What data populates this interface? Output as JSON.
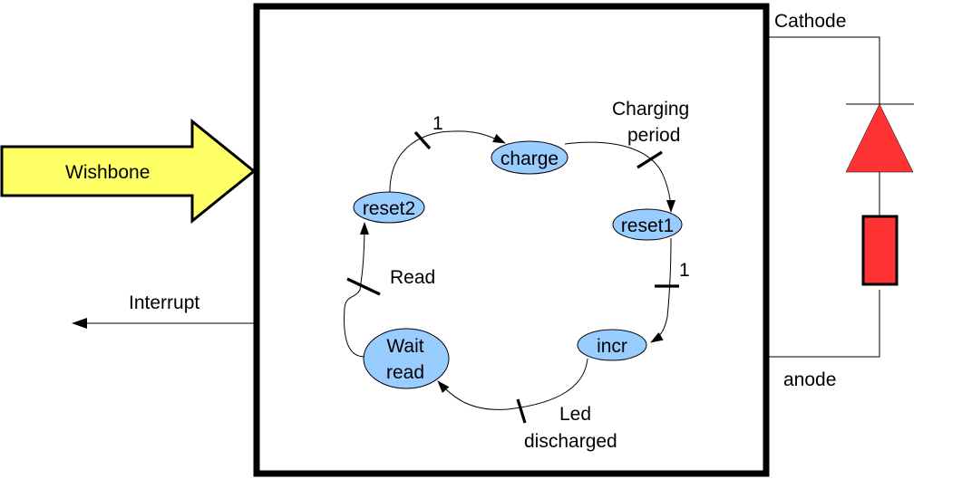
{
  "diagram": {
    "external": {
      "wishbone": {
        "label": "Wishbone",
        "fill": "#ffff66"
      },
      "interrupt": {
        "label": "Interrupt"
      },
      "cathode": {
        "label": "Cathode"
      },
      "anode": {
        "label": "anode"
      },
      "led_color": "#ff3333"
    },
    "state_color": "#99ccff",
    "states": [
      {
        "id": "charge",
        "label": "charge"
      },
      {
        "id": "reset1",
        "label": "reset1"
      },
      {
        "id": "incr",
        "label": "incr"
      },
      {
        "id": "wait_read",
        "label_line1": "Wait",
        "label_line2": "read"
      },
      {
        "id": "reset2",
        "label": "reset2"
      }
    ],
    "transitions": [
      {
        "from": "reset2",
        "to": "charge",
        "condition": "1"
      },
      {
        "from": "charge",
        "to": "reset1",
        "condition_line1": "Charging",
        "condition_line2": "period"
      },
      {
        "from": "reset1",
        "to": "incr",
        "condition": "1"
      },
      {
        "from": "incr",
        "to": "wait_read",
        "condition_line1": "Led",
        "condition_line2": "discharged"
      },
      {
        "from": "wait_read",
        "to": "reset2",
        "condition": "Read"
      }
    ]
  }
}
